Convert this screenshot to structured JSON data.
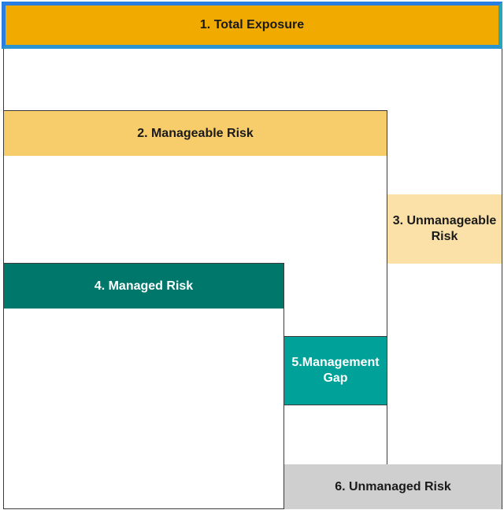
{
  "diagram": {
    "total_exposure": {
      "label": "1. Total Exposure",
      "fill": "#f0aa00",
      "border": "#2a7de1"
    },
    "manageable_risk": {
      "label": "2. Manageable Risk",
      "fill": "#f7cd6b"
    },
    "unmanageable_risk": {
      "label": "3. Unmanageable Risk",
      "fill": "#fbe1a8"
    },
    "managed_risk": {
      "label": "4. Managed Risk",
      "fill": "#00776b"
    },
    "management_gap": {
      "label": "5.Management Gap",
      "fill": "#00a199"
    },
    "unmanaged_risk": {
      "label": "6. Unmanaged Risk",
      "fill": "#cfcfcf"
    }
  }
}
